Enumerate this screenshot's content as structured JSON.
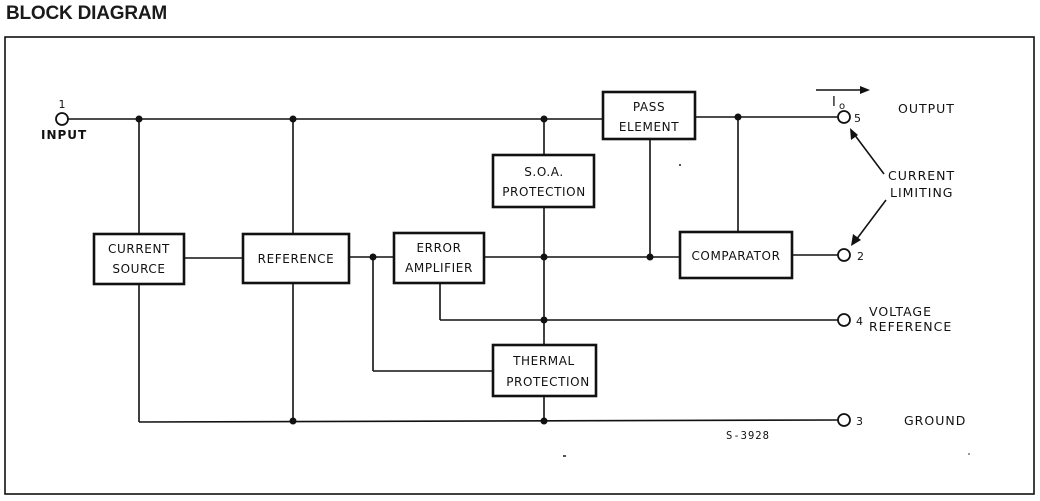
{
  "title": "BLOCK DIAGRAM",
  "blocks": {
    "current_source": [
      "CURRENT",
      "SOURCE"
    ],
    "reference": [
      "REFERENCE"
    ],
    "error_amplifier": [
      "ERROR",
      "AMPLIFIER"
    ],
    "soa_protection": [
      "S.O.A.",
      "PROTECTION"
    ],
    "pass_element": [
      "PASS",
      "ELEMENT"
    ],
    "comparator": [
      "COMPARATOR"
    ],
    "thermal_protection": [
      "THERMAL",
      "PROTECTION"
    ]
  },
  "pins": {
    "input": {
      "number": "1",
      "label": "INPUT"
    },
    "output": {
      "number": "5",
      "label": "OUTPUT"
    },
    "current_limit": {
      "number": "2"
    },
    "voltage_reference": {
      "number": "4",
      "label": [
        "VOLTAGE",
        "REFERENCE"
      ]
    },
    "ground": {
      "number": "3",
      "label": "GROUND"
    }
  },
  "annotations": {
    "current_limiting": [
      "CURRENT",
      "LIMITING"
    ],
    "output_current": "I",
    "output_current_sub": "o",
    "drawing_code": "S-3928"
  }
}
